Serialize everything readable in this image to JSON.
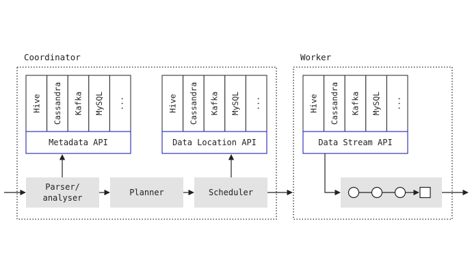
{
  "colors": {
    "api_border": "#2e35b8",
    "process_fill": "#e3e3e3",
    "line": "#222222"
  },
  "coordinator": {
    "label": "Coordinator",
    "metadata_group": {
      "connectors": [
        "Hive",
        "Cassandra",
        "Kafka",
        "MySQL",
        "..."
      ],
      "api_label": "Metadata API"
    },
    "location_group": {
      "connectors": [
        "Hive",
        "Cassandra",
        "Kafka",
        "MySQL",
        "..."
      ],
      "api_label": "Data Location API"
    },
    "stages": {
      "parser_line1": "Parser/",
      "parser_line2": "analyser",
      "planner": "Planner",
      "scheduler": "Scheduler"
    }
  },
  "worker": {
    "label": "Worker",
    "stream_group": {
      "connectors": [
        "Hive",
        "Cassandra",
        "Kafka",
        "MySQL",
        "..."
      ],
      "api_label": "Data Stream API"
    },
    "pipeline": {
      "operators": [
        "circle-icon",
        "circle-icon",
        "circle-icon"
      ],
      "sink": "square-icon"
    }
  }
}
